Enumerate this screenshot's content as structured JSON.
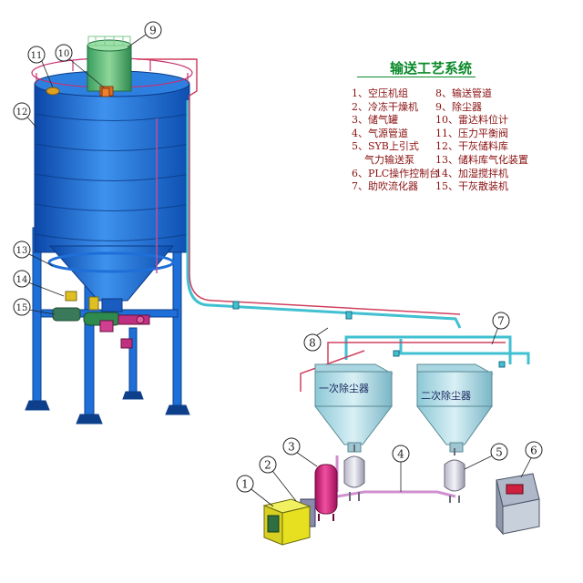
{
  "diagram": {
    "title": "输送工艺系统",
    "legend_left": [
      "1、空压机组",
      "2、冷冻干燥机",
      "3、储气罐",
      "4、气源管道",
      "5、SYB上引式",
      "气力输送泵",
      "6、PLC操作控制台",
      "7、助吹流化器"
    ],
    "legend_right": [
      "8、输送管道",
      "9、除尘器",
      "10、雷达料位计",
      "11、压力平衡阀",
      "12、干灰储料库",
      "13、储料库气化装置",
      "14、加湿搅拌机",
      "15、干灰散装机"
    ],
    "hopper_labels": [
      "一次除尘器",
      "二次除尘器"
    ],
    "callouts": [
      "1",
      "2",
      "3",
      "4",
      "5",
      "6",
      "7",
      "8",
      "9",
      "10",
      "11",
      "12",
      "13",
      "14",
      "15"
    ]
  },
  "colors": {
    "silo": "#1e6fd8",
    "silo_dark": "#0d4fb0",
    "silo_light": "#4a9bf0",
    "dust_collector": "#3fa8c8",
    "pipe_cyan": "#40c0d0",
    "pipe_red": "#d04060",
    "hopper": "#bfe3ea",
    "tank": "#e0207a",
    "compressor": "#e6e020",
    "title_green": "#0a8a2a",
    "legend_red": "#8a1010"
  }
}
